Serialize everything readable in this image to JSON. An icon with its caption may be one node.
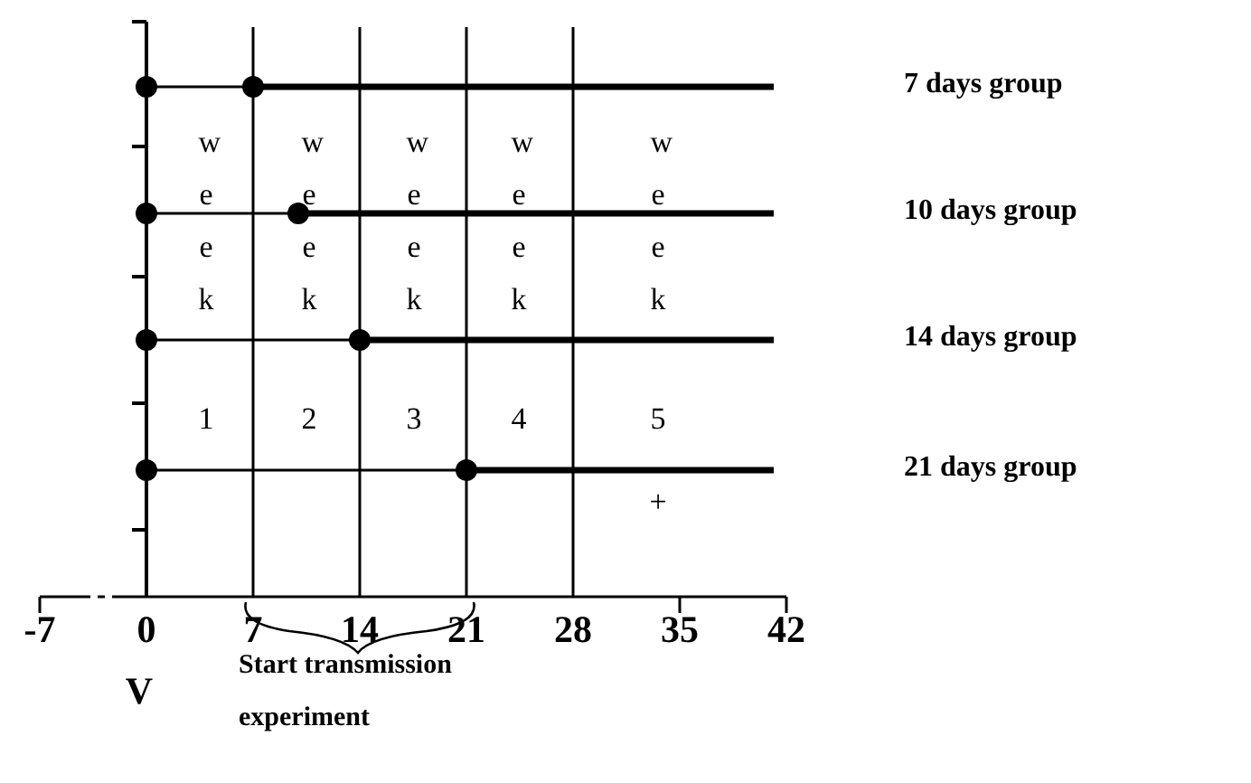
{
  "diagram": {
    "labels": [
      "7 days group",
      "week",
      "week",
      "week",
      "week",
      "week",
      "10 days group",
      "14 days group",
      "1",
      "2",
      "3",
      "4",
      "5",
      "21 days group",
      "+",
      "-7",
      "0",
      "7",
      "14",
      "21",
      "28",
      "35",
      "42",
      "V",
      "Start transmission experiment"
    ]
  }
}
